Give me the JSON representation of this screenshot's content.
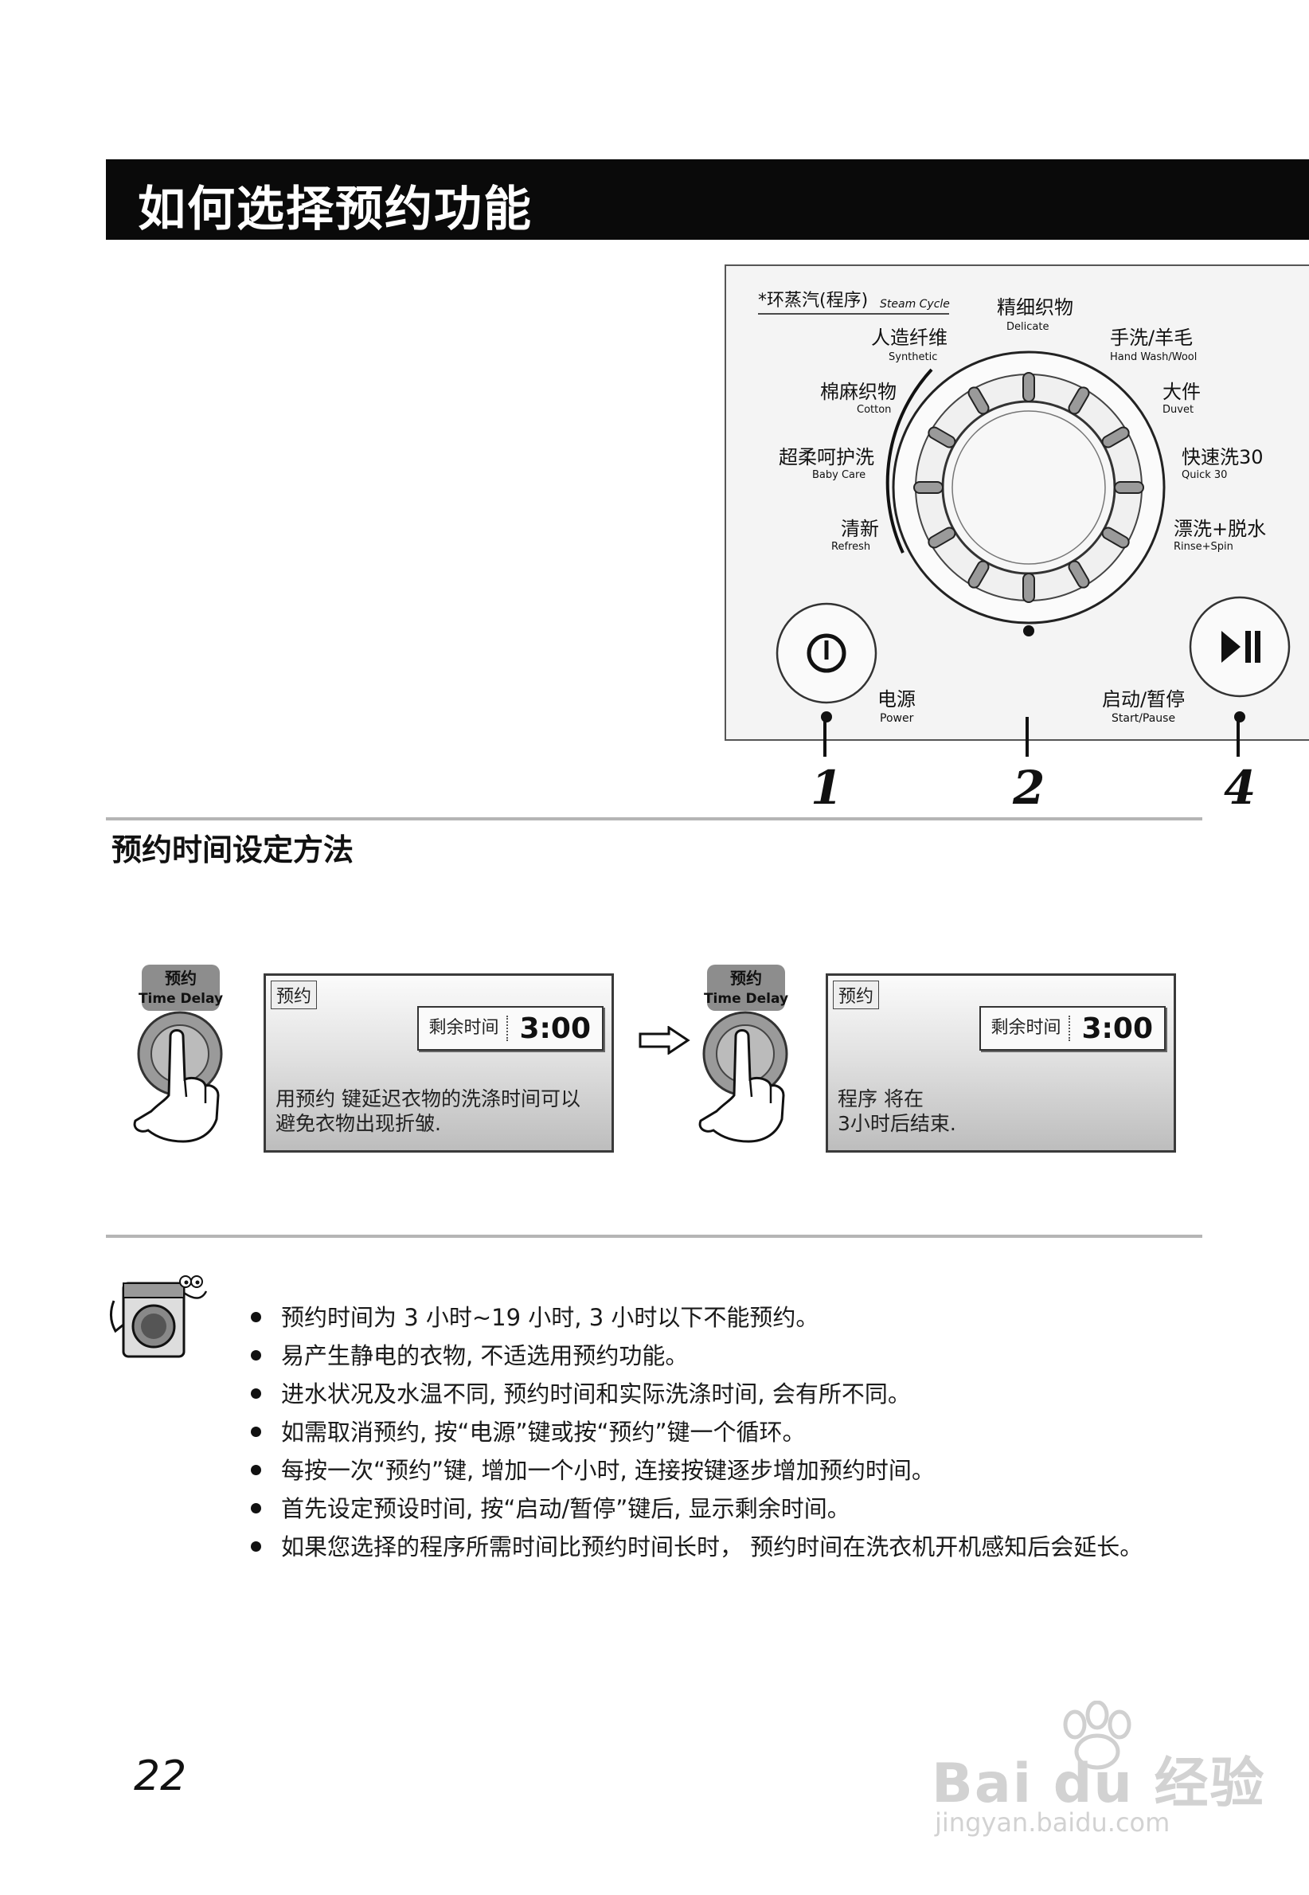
{
  "header": {
    "title": "如何选择预约功能"
  },
  "panel": {
    "steam_label_cn": "*环蒸汽(程序)",
    "steam_label_en": "Steam Cycle",
    "programs": [
      {
        "cn": "精细织物",
        "en": "Delicate"
      },
      {
        "cn": "人造纤维",
        "en": "Synthetic"
      },
      {
        "cn": "手洗/羊毛",
        "en": "Hand Wash/Wool"
      },
      {
        "cn": "棉麻织物",
        "en": "Cotton"
      },
      {
        "cn": "大件",
        "en": "Duvet"
      },
      {
        "cn": "超柔呵护洗",
        "en": "Baby Care"
      },
      {
        "cn": "快速洗30",
        "en": "Quick 30"
      },
      {
        "cn": "清新",
        "en": "Refresh"
      },
      {
        "cn": "漂洗+脱水",
        "en": "Rinse+Spin"
      }
    ],
    "power": {
      "cn": "电源",
      "en": "Power"
    },
    "start": {
      "cn": "启动/暂停",
      "en": "Start/Pause"
    },
    "callouts": [
      "1",
      "2",
      "4"
    ]
  },
  "section": {
    "title": "预约时间设定方法"
  },
  "steps": [
    {
      "button_cn": "预约",
      "button_en": "Time Delay",
      "lcd_tab": "预约",
      "time_label": "剩余时间",
      "time_value": "3:00",
      "message": "用预约 键延迟衣物的洗涤时间可以\n避免衣物出现折皱."
    },
    {
      "button_cn": "预约",
      "button_en": "Time Delay",
      "lcd_tab": "预约",
      "time_label": "剩余时间",
      "time_value": "3:00",
      "message": "程序  将在\n 3小时后结束."
    }
  ],
  "notes": [
    "预约时间为 3 小时~19 小时, 3 小时以下不能预约。",
    "易产生静电的衣物, 不适选用预约功能。",
    "进水状况及水温不同, 预约时间和实际洗涤时间, 会有所不同。",
    "如需取消预约, 按“电源”键或按“预约”键一个循环。",
    "每按一次“预约”键, 增加一个小时, 连接按键逐步增加预约时间。",
    "首先设定预设时间, 按“启动/暂停”键后, 显示剩余时间。",
    "如果您选择的程序所需时间比预约时间长时， 预约时间在洗衣机开机感知后会延长。"
  ],
  "page_number": "22",
  "watermark": {
    "brand": "Bai du 经验",
    "url": "jingyan.baidu.com"
  },
  "colors": {
    "title_bg": "#0a0a0a",
    "rule": "#b5b5b5"
  }
}
